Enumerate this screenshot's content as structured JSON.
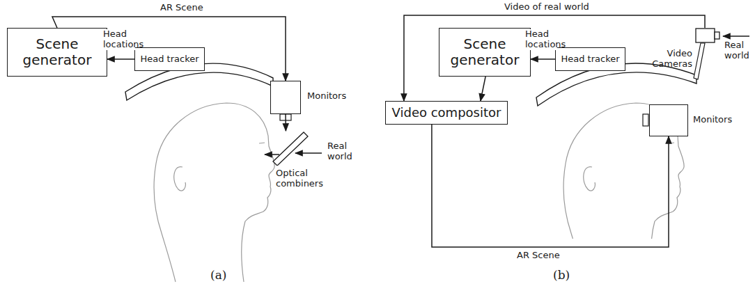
{
  "diagram": {
    "nodes": [
      {
        "text": [
          "Scene generator"
        ]
      },
      {
        "text": [
          "Head tracker"
        ]
      },
      {
        "text": [
          "Monitors"
        ]
      },
      {
        "text": [
          "Optical combiners"
        ]
      },
      {
        "text": [
          "Scene generator"
        ]
      },
      {
        "text": [
          "Head tracker"
        ]
      },
      {
        "text": [
          "Video Cameras"
        ]
      },
      {
        "text": [
          "Video compositor"
        ]
      },
      {
        "text": [
          "Monitors"
        ]
      }
    ],
    "edges": [
      {
        "from": 1,
        "to": 0,
        "arrow": "to",
        "label": "Head locations"
      },
      {
        "from": 0,
        "to": 2,
        "arrow": "to",
        "label": "AR Scene"
      },
      {
        "from": 2,
        "to": 3,
        "arrow": "to"
      },
      {
        "from": 5,
        "to": 4,
        "arrow": "to",
        "label": "Head locations"
      },
      {
        "from": 6,
        "to": 7,
        "arrow": "to",
        "label": "Video of real world"
      },
      {
        "from": 4,
        "to": 7,
        "arrow": "to"
      },
      {
        "from": 7,
        "to": 8,
        "arrow": "to",
        "label": "AR Scene"
      }
    ],
    "labels": [
      "Real world",
      "Real world",
      "(a)",
      "(b)"
    ]
  }
}
